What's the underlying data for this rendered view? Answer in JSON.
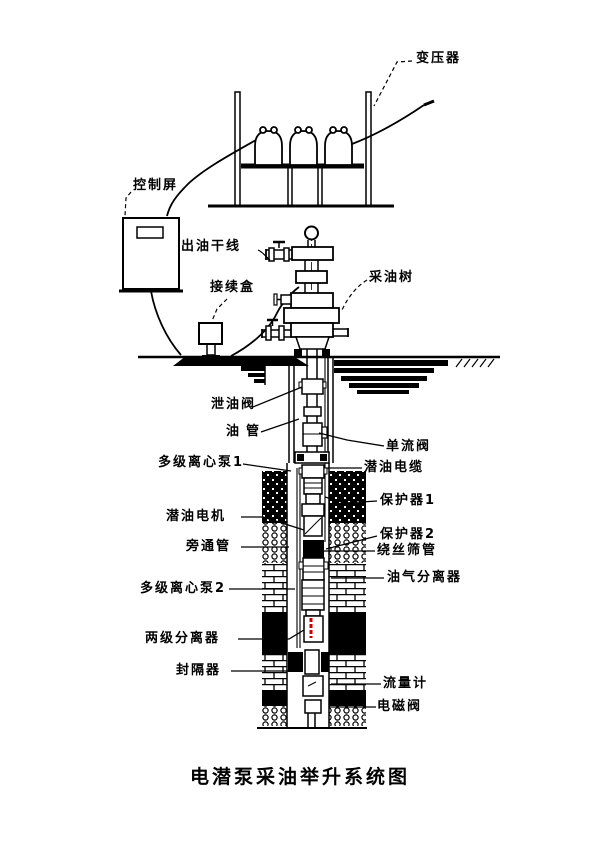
{
  "colors": {
    "line": "#000000",
    "accent_red": "#cc0000",
    "background": "#ffffff"
  },
  "caption": "电潜泵采油举升系统图",
  "labels": {
    "transformer": "变压器",
    "control_panel": "控制屏",
    "oil_outlet_line": "出油干线",
    "junction_box": "接续盒",
    "christmas_tree": "采油树",
    "drain_valve": "泄油阀",
    "tubing": "油管",
    "check_valve": "单流阀",
    "submersible_cable": "潜油电缆",
    "multistage_pump_1": "多级离心泵1",
    "protector_1": "保护器1",
    "submersible_motor": "潜油电机",
    "protector_2": "保护器2",
    "wire_wrapped_screen": "绕丝筛管",
    "oil_gas_separator": "油气分离器",
    "bypass_pipe": "旁通管",
    "multistage_pump_2": "多级离心泵2",
    "two_stage_separator": "两级分离器",
    "packer": "封隔器",
    "flow_meter": "流量计",
    "solenoid_valve": "电磁阀"
  }
}
